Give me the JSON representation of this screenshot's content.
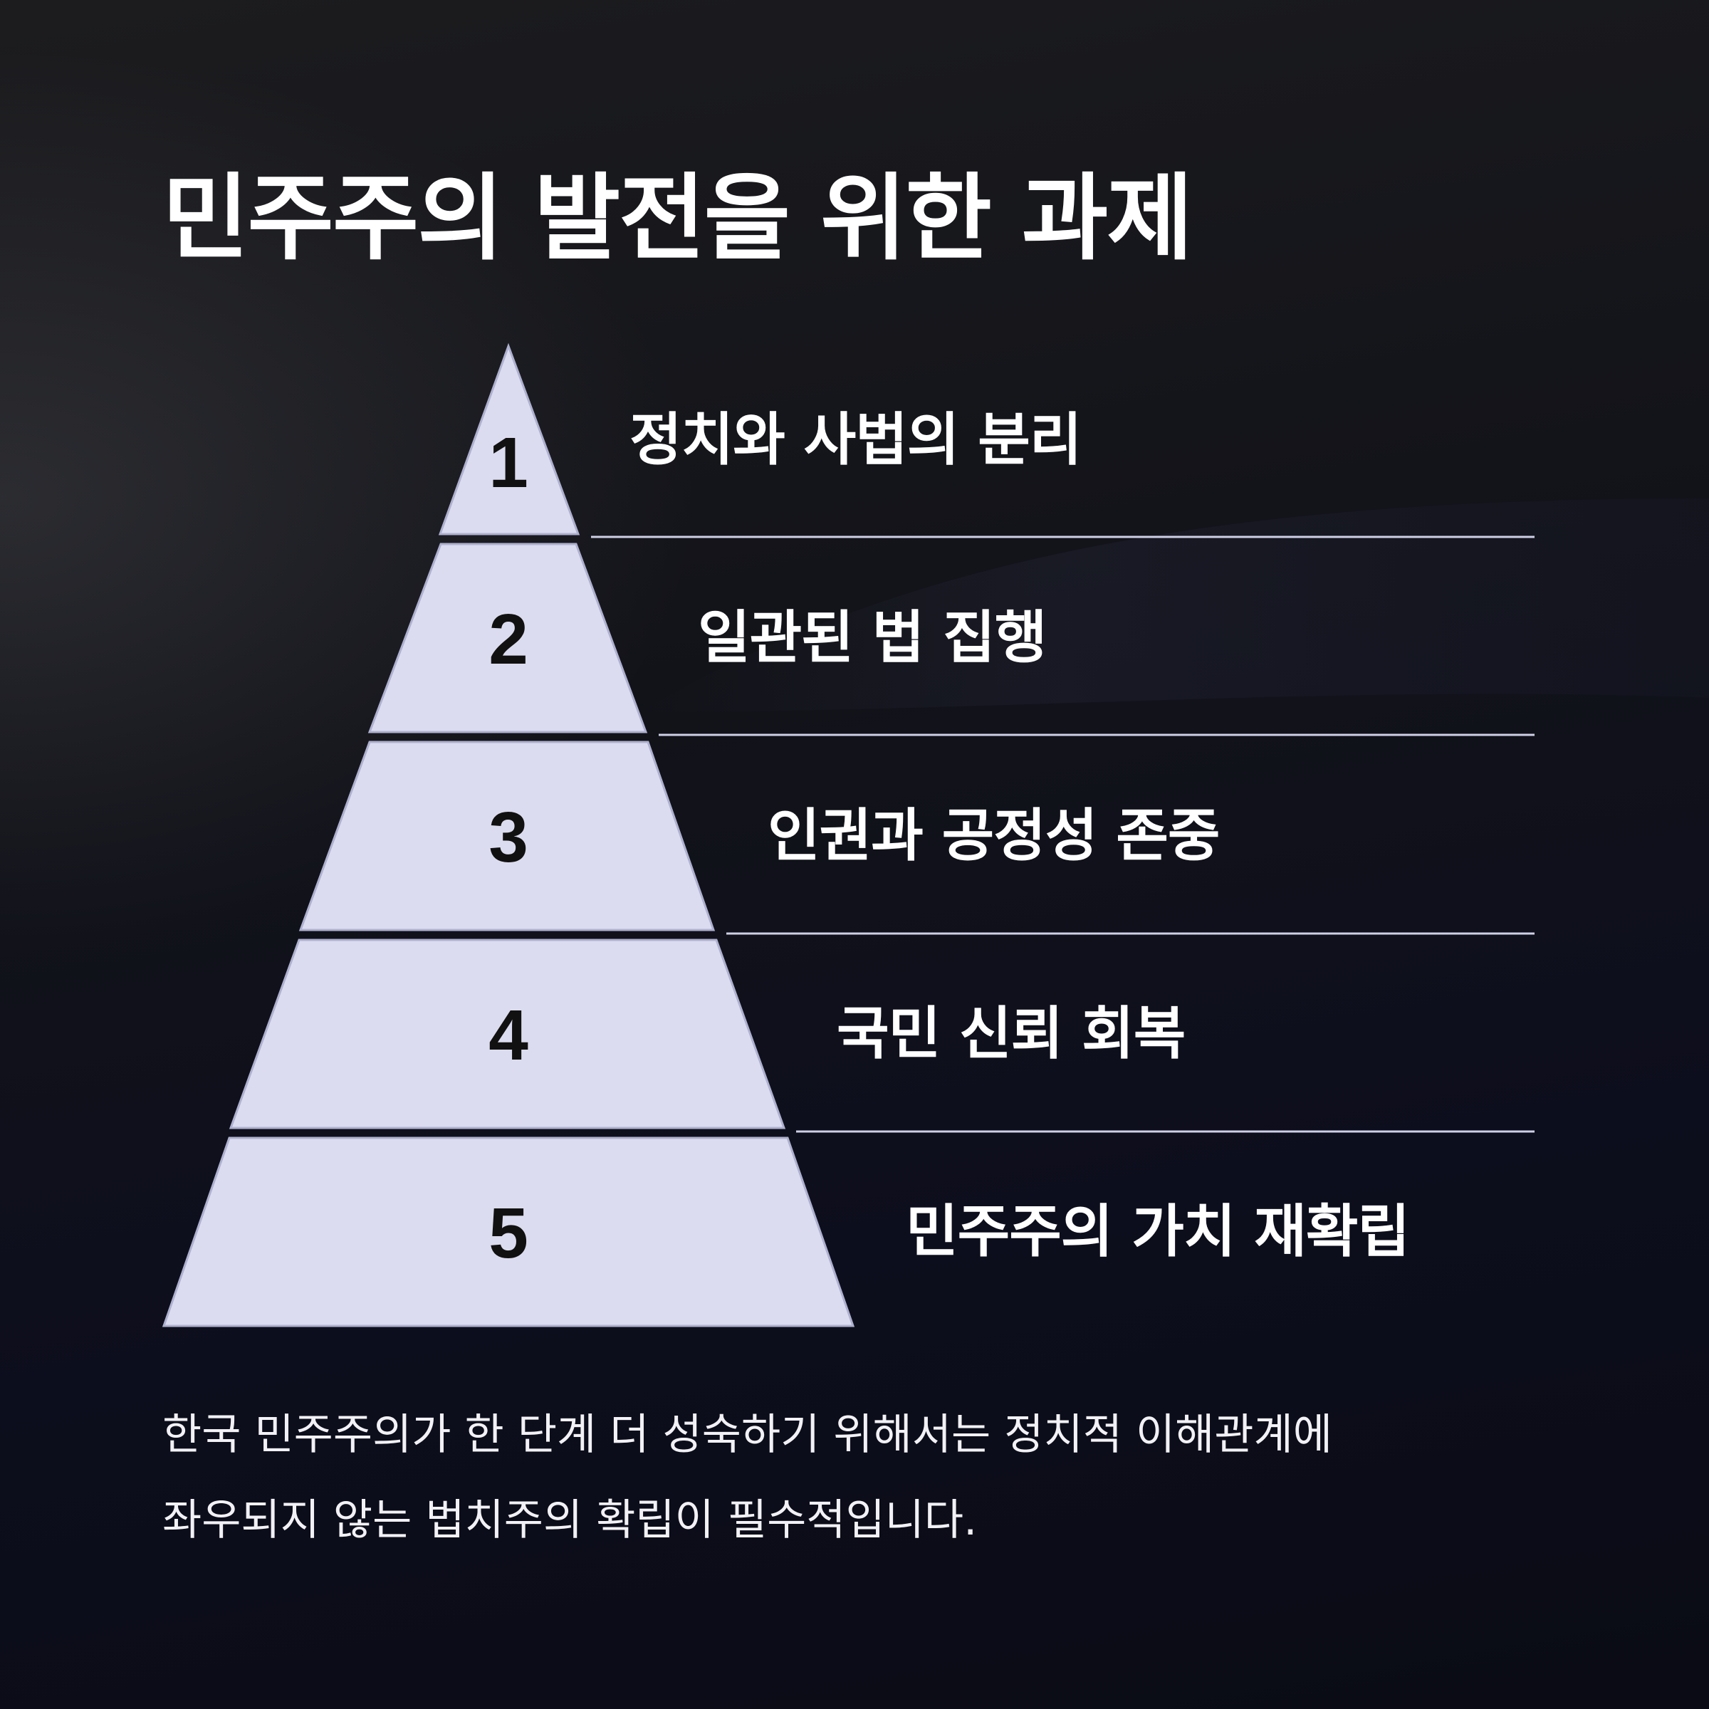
{
  "title": "민주주의 발전을 위한 과제",
  "pyramid": {
    "levels": [
      {
        "number": "1",
        "label": "정치와 사법의 분리"
      },
      {
        "number": "2",
        "label": "일관된 법 집행"
      },
      {
        "number": "3",
        "label": "인권과 공정성 존중"
      },
      {
        "number": "4",
        "label": "국민 신뢰 회복"
      },
      {
        "number": "5",
        "label": "민주주의 가치 재확립"
      }
    ],
    "colors": {
      "tier_fill": "#dcdcf0",
      "tier_stroke": "#aeb0cf",
      "divider": "#cfd0e6",
      "background": "#0d0e1d"
    }
  },
  "footer": {
    "line1": "한국 민주주의가 한 단계 더 성숙하기 위해서는 정치적 이해관계에",
    "line2": "좌우되지 않는 법치주의 확립이 필수적입니다."
  }
}
